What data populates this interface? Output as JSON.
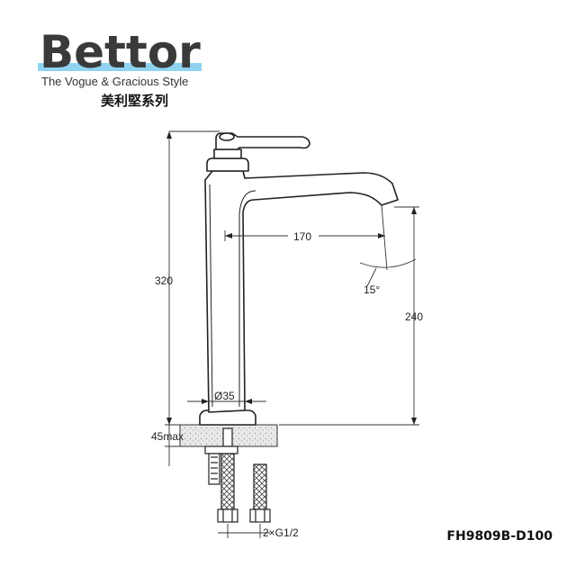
{
  "brand": {
    "name": "Bettor",
    "tagline": "The Vogue & Gracious Style",
    "series_cn": "美利堅系列",
    "accent_color": "#8fd3f1"
  },
  "model": "FH9809B-D100",
  "dimensions": {
    "total_height": "320",
    "spout_reach": "170",
    "spout_height": "240",
    "spout_angle": "15°",
    "base_diameter": "Ø35",
    "deck_thickness": "45max",
    "connection": "2×G1/2"
  }
}
